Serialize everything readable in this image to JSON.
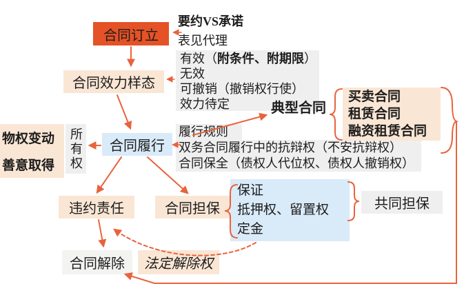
{
  "colors": {
    "red": "#e55226",
    "peach": "#fae6d5",
    "blue": "#d9eaf8",
    "gray": "#efefef",
    "lightgray": "#f3f3f1",
    "arrow": "#e8633c",
    "text": "#1c1c1c"
  },
  "nodes": {
    "formation": "合同订立",
    "validity": "合同效力样态",
    "performance": "合同履行",
    "breach": "违约责任",
    "guarantee": "合同担保",
    "termination": "合同解除",
    "statutory_termination": "法定解除权",
    "model_contracts": "典型合同",
    "joint_guarantee": "共同担保",
    "ownership": "所有权"
  },
  "formation_notes": [
    "要约VS承诺",
    "表见代理"
  ],
  "validity_notes": {
    "line1_pre": "有效（",
    "line1_bold": "附条件、附期限",
    "line1_suf": "）",
    "line2": "无效",
    "line3": "可撤销（撤销权行使）",
    "line4": "效力待定"
  },
  "property_notes": [
    "物权变动",
    "善意取得"
  ],
  "performance_notes": [
    "履行规则",
    "双务合同履行中的抗辩权（不安抗辩权）",
    "合同保全（债权人代位权、债权人撤销权）"
  ],
  "model_contract_items": [
    "买卖合同",
    "租赁合同",
    "融资租赁合同"
  ],
  "guarantee_items": [
    "保证",
    "抵押权、留置权",
    "定金"
  ]
}
